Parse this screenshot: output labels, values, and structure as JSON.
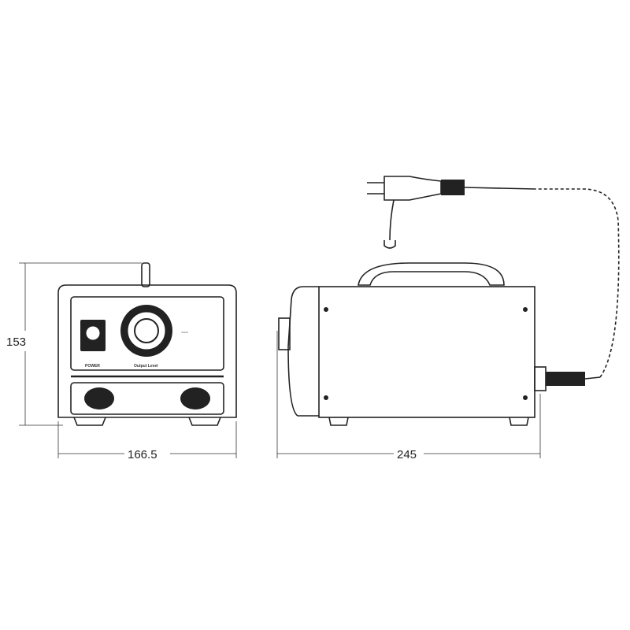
{
  "dimensions": {
    "height": "153",
    "front_width": "166.5",
    "side_length": "245"
  },
  "front_panel": {
    "power_label": "POWER",
    "output_label": "Output Level"
  },
  "colors": {
    "line": "#222222",
    "background": "#ffffff"
  }
}
